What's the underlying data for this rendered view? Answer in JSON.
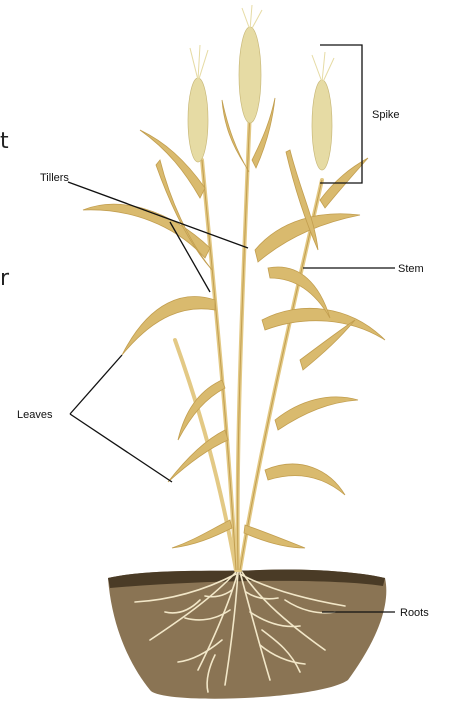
{
  "diagram": {
    "labels": {
      "spike": "Spike",
      "tillers": "Tillers",
      "stem": "Stem",
      "leaves": "Leaves",
      "roots": "Roots"
    },
    "edge_fragments": [
      "t",
      "r"
    ]
  },
  "colors": {
    "background": "#ffffff",
    "soil_dark": "#4a3b26",
    "soil": "#8a7454",
    "leaf": "#d9ba6e",
    "leaf_dark": "#c29e4f",
    "stem": "#e3c985",
    "spike": "#e6dba4",
    "root": "#f2e7c8",
    "line": "#111111"
  }
}
